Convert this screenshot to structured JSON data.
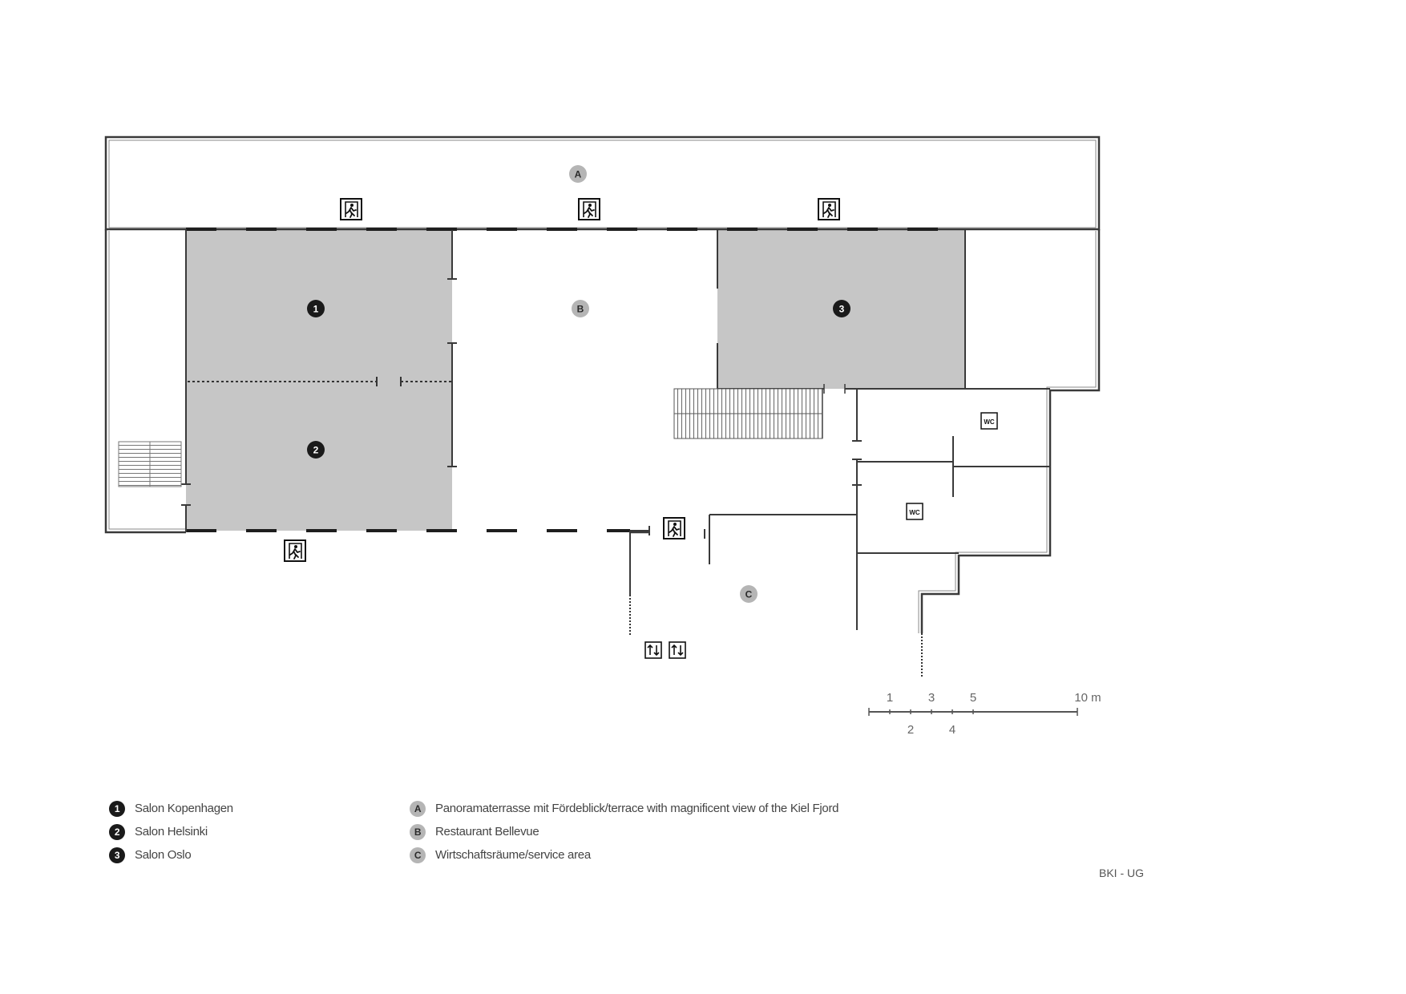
{
  "plan": {
    "room_markers": {
      "salon_1": "1",
      "salon_2": "2",
      "salon_3": "3"
    },
    "area_markers": {
      "terrace": "A",
      "restaurant": "B",
      "service": "C"
    },
    "wc_label": "WC",
    "scale": {
      "upper_ticks": [
        "1",
        "3",
        "5"
      ],
      "lower_ticks": [
        "2",
        "4"
      ],
      "end_label": "10 m"
    },
    "code": "BKI - UG"
  },
  "legend": {
    "rooms": [
      {
        "marker": "1",
        "label": "Salon Kopenhagen"
      },
      {
        "marker": "2",
        "label": "Salon Helsinki"
      },
      {
        "marker": "3",
        "label": "Salon Oslo"
      }
    ],
    "areas": [
      {
        "marker": "A",
        "label": "Panoramaterrasse mit Fördeblick/terrace with magnificent view of the Kiel Fjord"
      },
      {
        "marker": "B",
        "label": "Restaurant Bellevue"
      },
      {
        "marker": "C",
        "label": "Wirtschaftsräume/service area"
      }
    ]
  },
  "colors": {
    "salon_fill": "#c6c6c6",
    "wall": "#3a3a3a",
    "marker_dark": "#1a1a1a",
    "marker_grey": "#b5b5b5"
  }
}
